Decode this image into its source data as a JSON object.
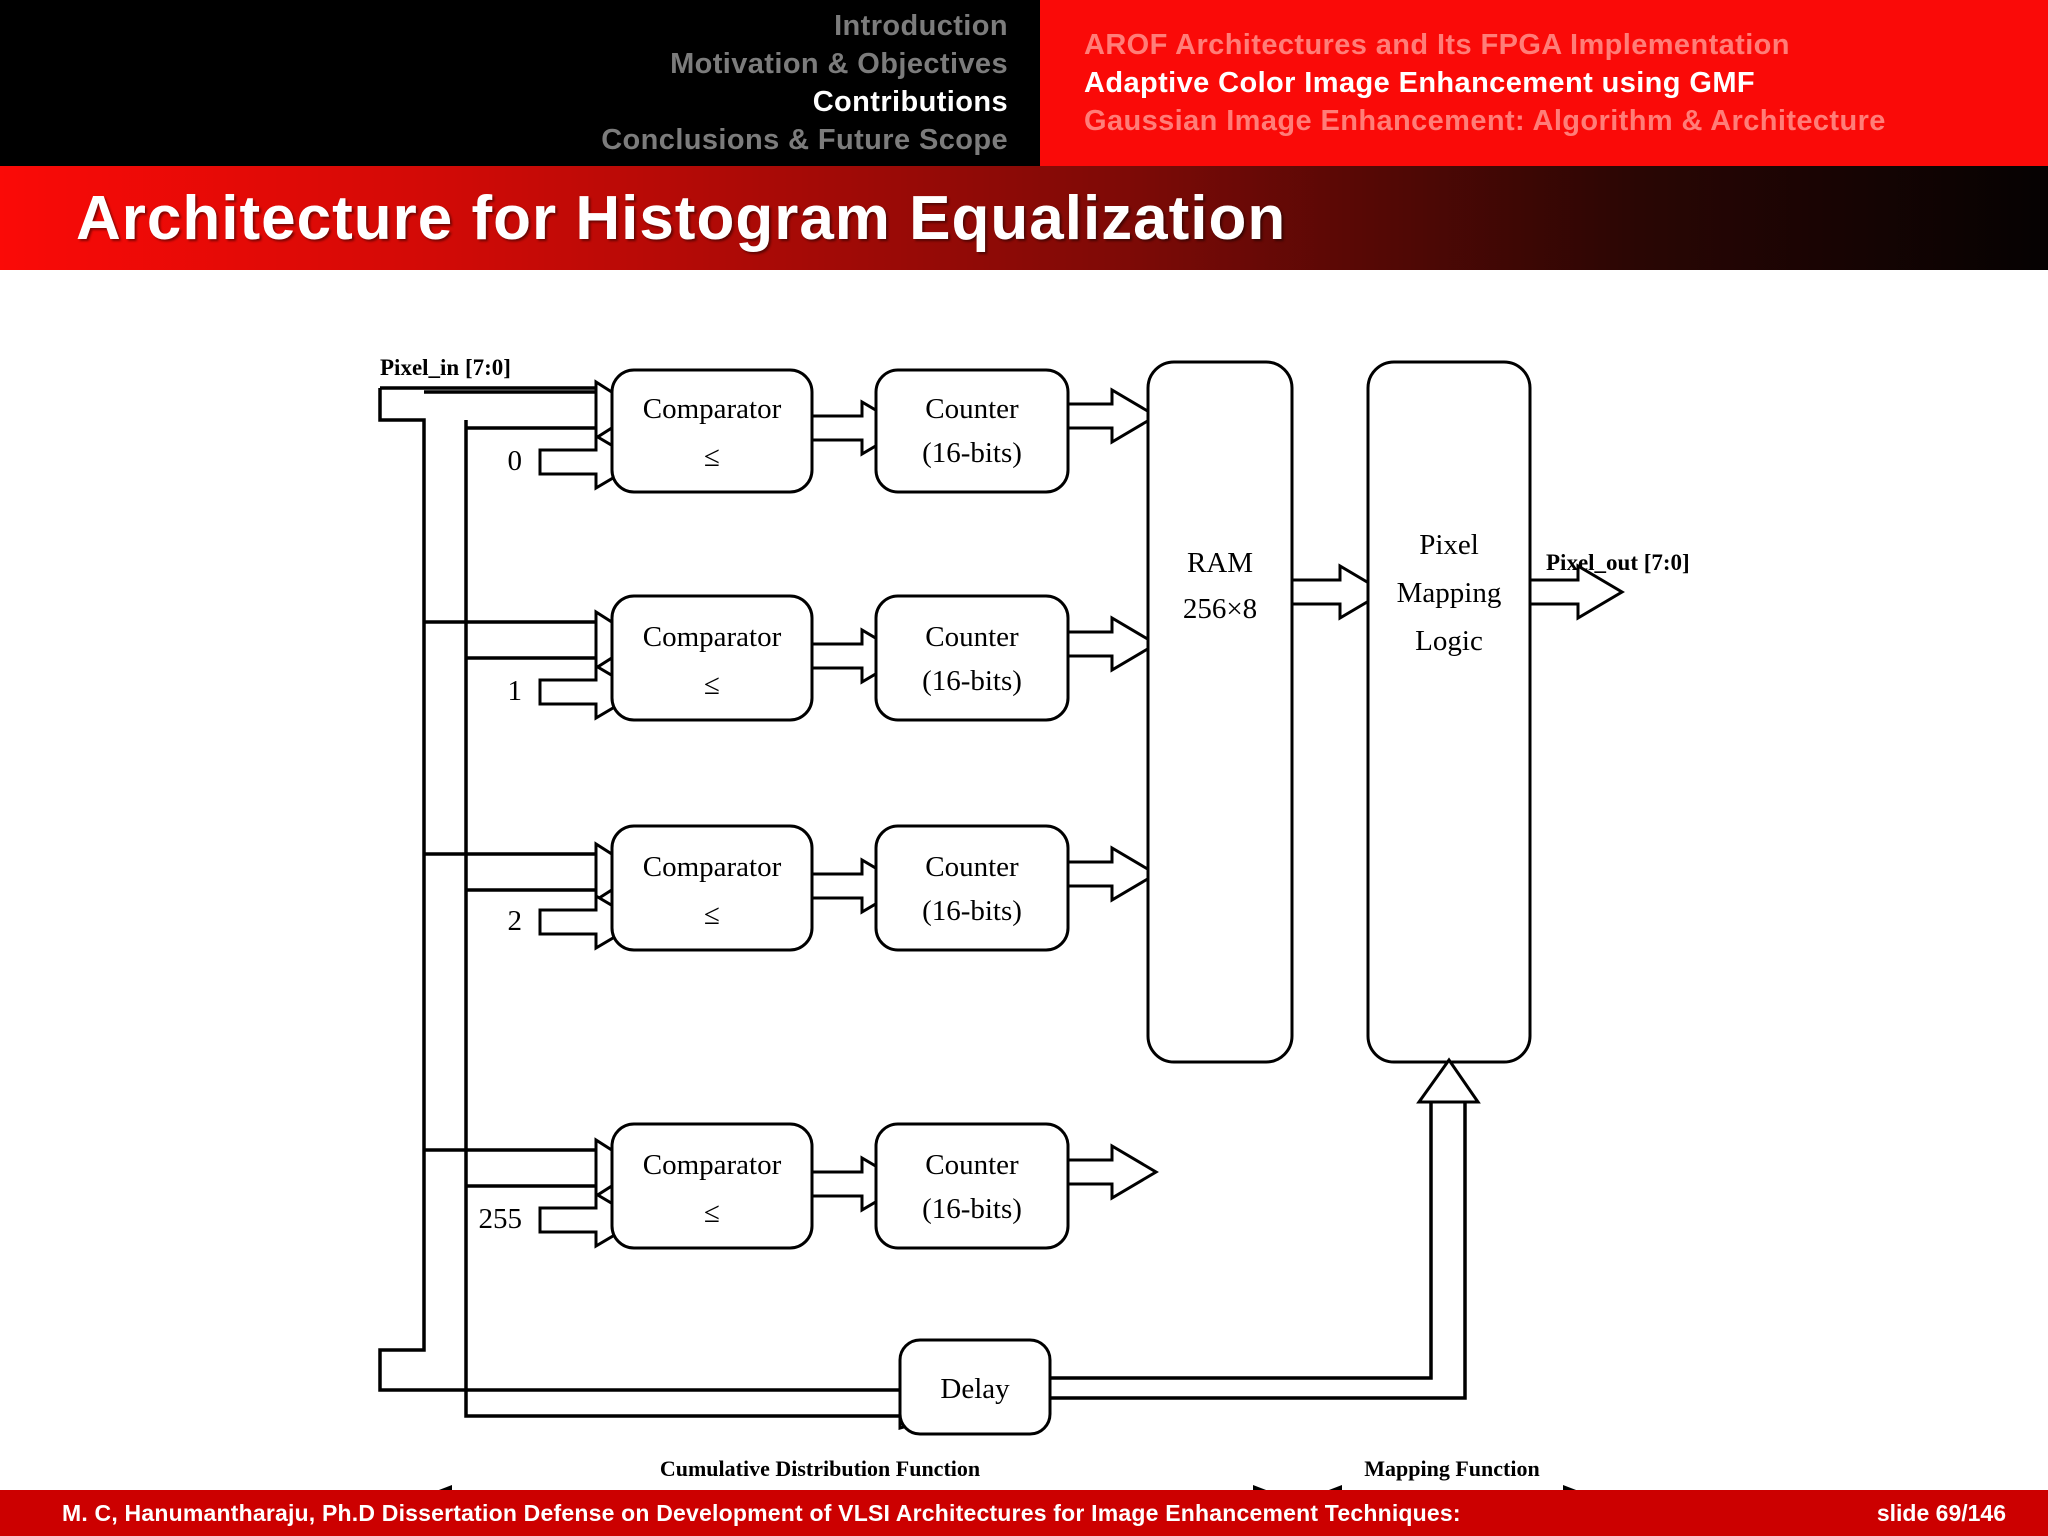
{
  "header": {
    "left_nav": [
      {
        "label": "Introduction",
        "active": false
      },
      {
        "label": "Motivation & Objectives",
        "active": false
      },
      {
        "label": "Contributions",
        "active": true
      },
      {
        "label": "Conclusions & Future Scope",
        "active": false
      }
    ],
    "right_nav": [
      {
        "label": "AROF Architectures and Its FPGA Implementation",
        "active": false
      },
      {
        "label": "Adaptive Color Image Enhancement using GMF",
        "active": true
      },
      {
        "label": "Gaussian Image Enhancement: Algorithm & Architecture",
        "active": false
      }
    ],
    "colors": {
      "accent_red": "#fa0a08",
      "black": "#000000",
      "muted": "#7c7c7c",
      "muted_red": "#ff7d78"
    }
  },
  "title": "Architecture for Histogram Equalization",
  "diagram": {
    "input_label": "Pixel_in [7:0]",
    "output_label": "Pixel_out [7:0]",
    "comparator_label": "Comparator",
    "comparator_op": "≤",
    "counter_label_1": "Counter",
    "counter_label_2": "(16-bits)",
    "ram_label_1": "RAM",
    "ram_label_2": "256×8",
    "mapping_label_1": "Pixel",
    "mapping_label_2": "Mapping",
    "mapping_label_3": "Logic",
    "delay_label": "Delay",
    "threshold_values": [
      "0",
      "1",
      "2",
      "255"
    ],
    "span_cdf": "Cumulative Distribution Function",
    "span_map": "Mapping Function",
    "rows": 4
  },
  "footer": {
    "text": "M. C, Hanumantharaju, Ph.D Dissertation Defense on Development of VLSI Architectures for Image Enhancement Techniques:",
    "slide": "slide 69/146",
    "bg": "#cc0000"
  }
}
